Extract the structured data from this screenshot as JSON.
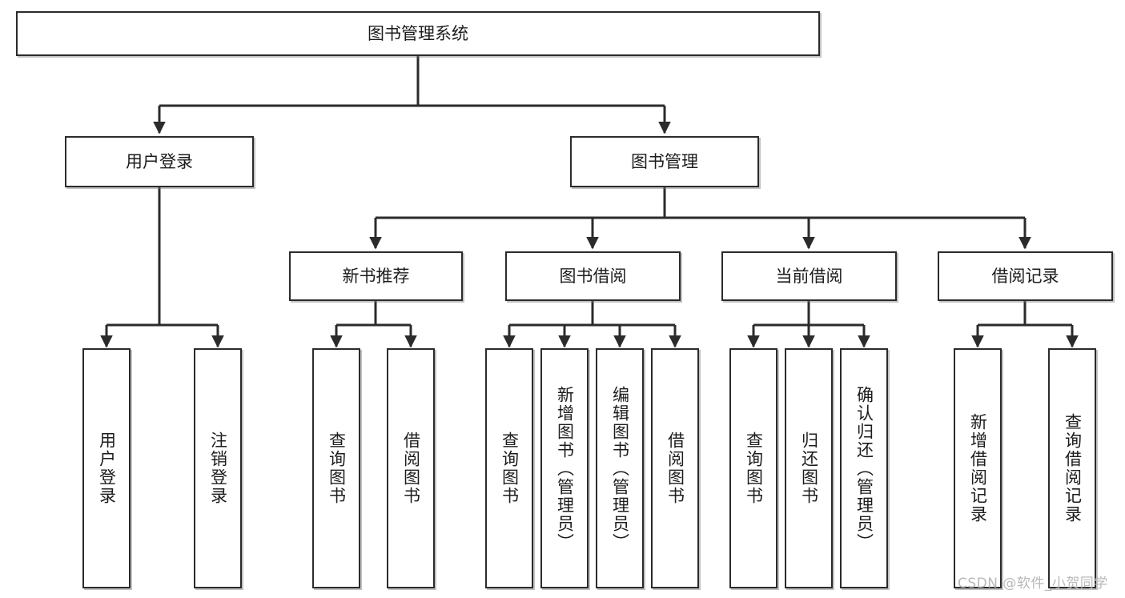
{
  "diagram": {
    "title": "图书管理系统",
    "watermark": "CSDN @软件_小贺同学",
    "line_color": "#2b2b2b",
    "box_fill": "#ffffff",
    "text_color": "#1c1c1c",
    "root": {
      "id": "root",
      "label": "图书管理系统"
    },
    "level1": [
      {
        "id": "user-login",
        "label": "用户登录"
      },
      {
        "id": "book-manage",
        "label": "图书管理"
      }
    ],
    "level2": [
      {
        "id": "new-book-recommend",
        "label": "新书推荐",
        "parent": "book-manage"
      },
      {
        "id": "book-borrow",
        "label": "图书借阅",
        "parent": "book-manage"
      },
      {
        "id": "current-borrow",
        "label": "当前借阅",
        "parent": "book-manage"
      },
      {
        "id": "borrow-record",
        "label": "借阅记录",
        "parent": "book-manage"
      }
    ],
    "leaves": [
      {
        "id": "leaf-user-login",
        "label": "用户登录",
        "parent": "user-login"
      },
      {
        "id": "leaf-logout-login",
        "label": "注销登录",
        "parent": "user-login"
      },
      {
        "id": "leaf-query-book-1",
        "label": "查询图书",
        "parent": "new-book-recommend"
      },
      {
        "id": "leaf-borrow-book-1",
        "label": "借阅图书",
        "parent": "new-book-recommend"
      },
      {
        "id": "leaf-query-book-2",
        "label": "查询图书",
        "parent": "book-borrow"
      },
      {
        "id": "leaf-add-book",
        "label": "新增图书（管理员）",
        "parent": "book-borrow"
      },
      {
        "id": "leaf-edit-book",
        "label": "编辑图书（管理员）",
        "parent": "book-borrow"
      },
      {
        "id": "leaf-borrow-book-2",
        "label": "借阅图书",
        "parent": "book-borrow"
      },
      {
        "id": "leaf-query-book-3",
        "label": "查询图书",
        "parent": "current-borrow"
      },
      {
        "id": "leaf-return-book",
        "label": "归还图书",
        "parent": "current-borrow"
      },
      {
        "id": "leaf-confirm-return",
        "label": "确认归还（管理员）",
        "parent": "current-borrow"
      },
      {
        "id": "leaf-add-record",
        "label": "新增借阅记录",
        "parent": "borrow-record"
      },
      {
        "id": "leaf-query-record",
        "label": "查询借阅记录",
        "parent": "borrow-record"
      }
    ]
  }
}
